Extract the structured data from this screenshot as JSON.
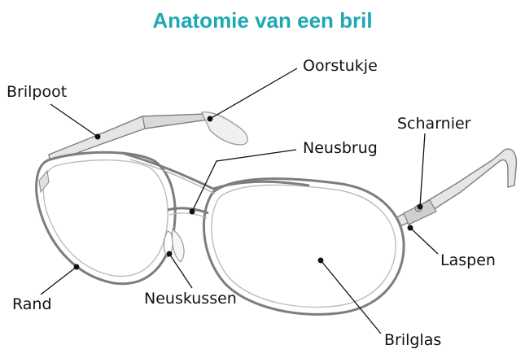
{
  "title": "Anatomie van een bril",
  "labels": {
    "oorstukje": "Oorstukje",
    "brilpoot": "Brilpoot",
    "scharnier": "Scharnier",
    "neusbrug": "Neusbrug",
    "laspen": "Laspen",
    "rand": "Rand",
    "neuskussen": "Neuskussen",
    "brilglas": "Brilglas"
  },
  "colors": {
    "title": "#1fa8b2",
    "frame": "#8a8a8a",
    "leader": "#111111"
  }
}
